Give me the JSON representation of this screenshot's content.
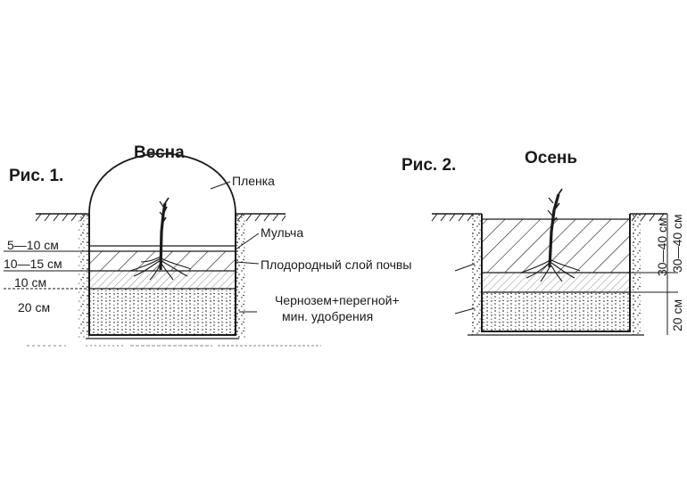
{
  "figure1": {
    "label": "Рис. 1.",
    "season": "Весна",
    "dimensions": [
      "5—10 см",
      "10—15 см",
      "10 см",
      "20 см"
    ],
    "annotations": {
      "film": "Пленка",
      "mulch": "Мульча",
      "fertile_layer": "Плодородный слой почвы",
      "mix_line1": "Чернозем+перегной+",
      "mix_line2": "мин. удобрения"
    }
  },
  "figure2": {
    "label": "Рис. 2.",
    "season": "Осень",
    "dimensions": [
      "30—40 см",
      "30—40 см",
      "20 см"
    ]
  },
  "colors": {
    "ink": "#1a1a1a",
    "paper": "#ffffff"
  }
}
